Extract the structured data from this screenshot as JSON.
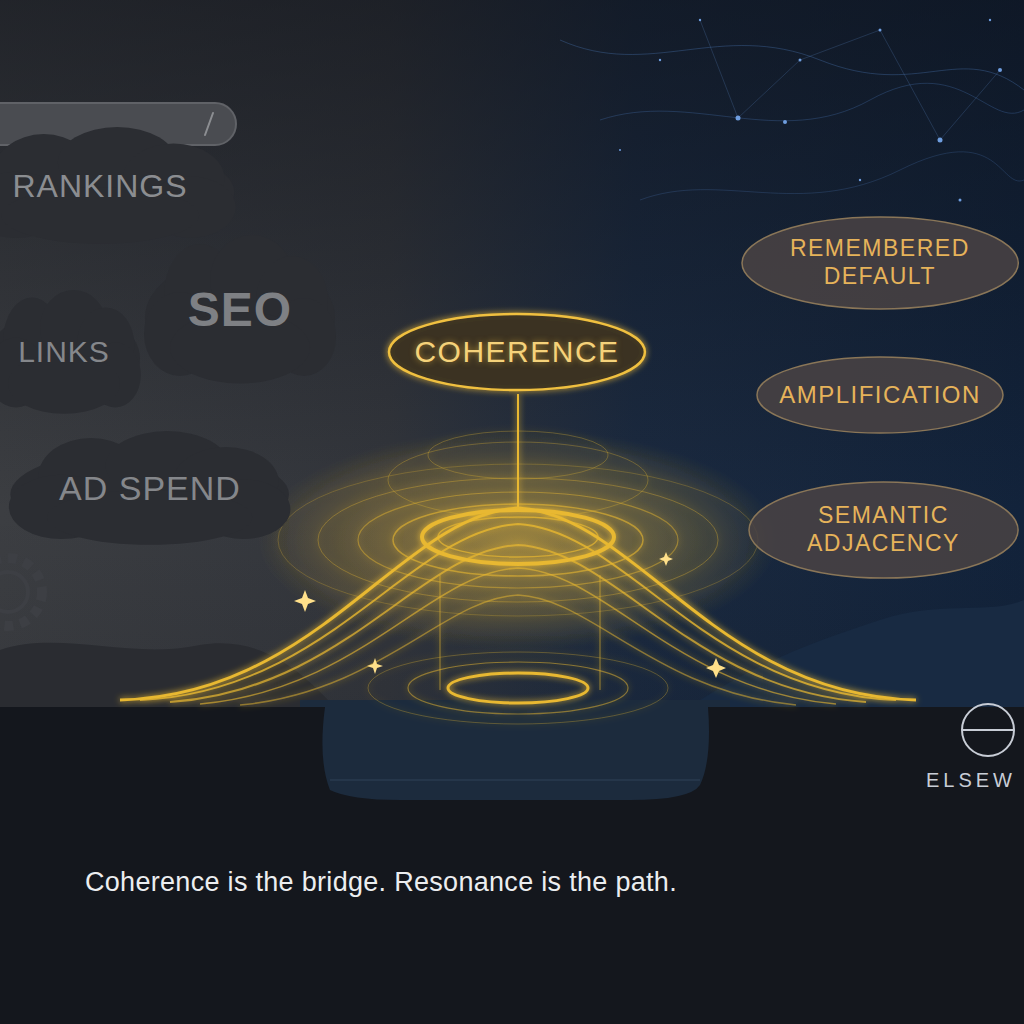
{
  "diagram": {
    "caption": "Coherence is the bridge. Resonance is the path.",
    "nodes": [
      {
        "text": [
          "RANKINGS"
        ]
      },
      {
        "text": [
          "SEO"
        ]
      },
      {
        "text": [
          "LINKS"
        ]
      },
      {
        "text": [
          "AD SPEND"
        ]
      },
      {
        "text": [
          "COHERENCE"
        ]
      },
      {
        "text": [
          "REMEMBERED DEFAULT"
        ]
      },
      {
        "text": [
          "AMPLIFICATION"
        ]
      },
      {
        "text": [
          "SEMANTIC ADJACENCY"
        ]
      }
    ],
    "labels": [
      "ELSEW"
    ]
  }
}
